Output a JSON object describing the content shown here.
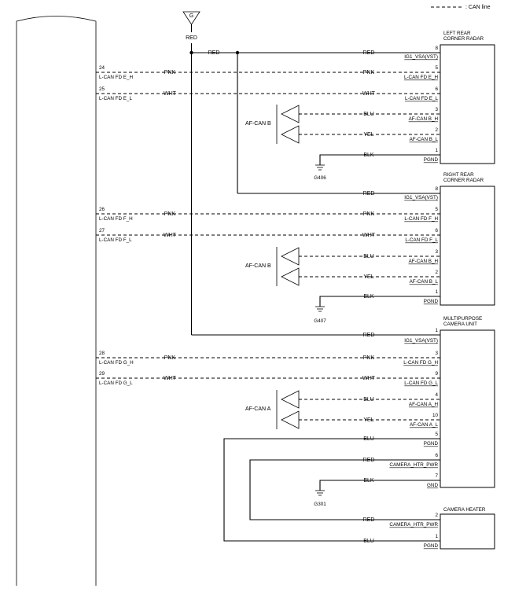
{
  "legend": {
    "label": ": CAN line"
  },
  "ground_source": {
    "letter": "G",
    "wire": "RED"
  },
  "bus_wire": "RED",
  "left_unit": {
    "pins": [
      {
        "num": "24",
        "name": "L-CAN FD E_H",
        "color": "PNK"
      },
      {
        "num": "25",
        "name": "L-CAN FD E_L",
        "color": "WHT"
      },
      {
        "num": "26",
        "name": "L-CAN FD F_H",
        "color": "PNK"
      },
      {
        "num": "27",
        "name": "L-CAN FD F_L",
        "color": "WHT"
      },
      {
        "num": "28",
        "name": "L-CAN FD G_H",
        "color": "PNK"
      },
      {
        "num": "29",
        "name": "L-CAN FD G_L",
        "color": "WHT"
      }
    ]
  },
  "components": [
    {
      "title": [
        "LEFT REAR",
        "CORNER RADAR"
      ],
      "pins": [
        {
          "num": "8",
          "name": "IG1_VSA(VST)",
          "color": "RED"
        },
        {
          "num": "5",
          "name": "L-CAN FD E_H",
          "color": "PNK"
        },
        {
          "num": "6",
          "name": "L-CAN FD E_L",
          "color": "WHT"
        },
        {
          "num": "3",
          "name": "AF-CAN B_H",
          "color": "BLU"
        },
        {
          "num": "2",
          "name": "AF-CAN B_L",
          "color": "YEL"
        },
        {
          "num": "1",
          "name": "PGND",
          "color": "BLK"
        }
      ],
      "af_can_label": "AF-CAN B",
      "ground": "G406"
    },
    {
      "title": [
        "RIGHT REAR",
        "CORNER RADAR"
      ],
      "pins": [
        {
          "num": "8",
          "name": "IG1_VSA(VST)",
          "color": "RED"
        },
        {
          "num": "5",
          "name": "L-CAN FD F_H",
          "color": "PNK"
        },
        {
          "num": "6",
          "name": "L-CAN FD F_L",
          "color": "WHT"
        },
        {
          "num": "3",
          "name": "AF-CAN B_H",
          "color": "BLU"
        },
        {
          "num": "2",
          "name": "AF-CAN B_L",
          "color": "YEL"
        },
        {
          "num": "1",
          "name": "PGND",
          "color": "BLK"
        }
      ],
      "af_can_label": "AF-CAN B",
      "ground": "G407"
    },
    {
      "title": [
        "MULTIPURPOSE",
        "CAMERA UNIT"
      ],
      "pins": [
        {
          "num": "1",
          "name": "IG1_VSA(VST)",
          "color": "RED"
        },
        {
          "num": "3",
          "name": "L-CAN FD G_H",
          "color": "PNK"
        },
        {
          "num": "9",
          "name": "L-CAN FD G_L",
          "color": "WHT"
        },
        {
          "num": "4",
          "name": "AF-CAN A_H",
          "color": "BLU"
        },
        {
          "num": "10",
          "name": "AF-CAN A_L",
          "color": "YEL"
        },
        {
          "num": "5",
          "name": "PGND",
          "color": "BLU"
        },
        {
          "num": "6",
          "name": "CAMERA_HTR_PWR",
          "color": "RED"
        },
        {
          "num": "7",
          "name": "GND",
          "color": "BLK"
        }
      ],
      "af_can_label": "AF-CAN A",
      "ground": "G301"
    },
    {
      "title": [
        "CAMERA HEATER"
      ],
      "pins": [
        {
          "num": "2",
          "name": "CAMERA_HTR_PWR",
          "color": "RED"
        },
        {
          "num": "1",
          "name": "PGND",
          "color": "BLU"
        }
      ]
    }
  ]
}
